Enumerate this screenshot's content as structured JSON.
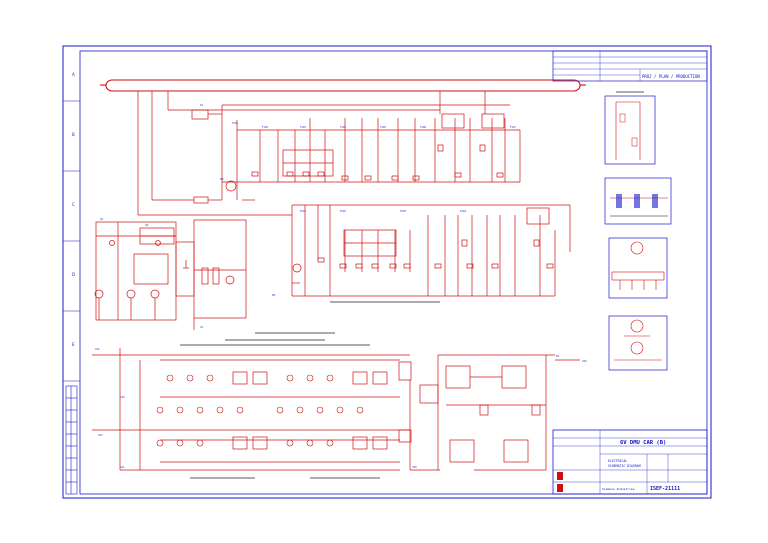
{
  "title_block": {
    "header_text": "PROJ / PLAN / PRODUCTION",
    "drawing_title": "6V DMU CAR (B)",
    "subtitle_lines": [
      "ELECTRICAL",
      "SCHEMATIC DIAGRAM"
    ],
    "drawing_number": "ISEF-21111",
    "company": "Siemens Industries"
  },
  "colors": {
    "frame": "#1a1ad0",
    "wire": "#d01010",
    "label": "#1a1ad0"
  }
}
